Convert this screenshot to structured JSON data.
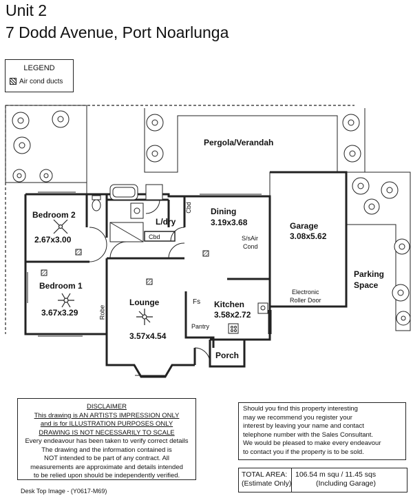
{
  "header": {
    "line1": "Unit 2",
    "line2": "7 Dodd Avenue, Port Noarlunga"
  },
  "legend": {
    "title": "LEGEND",
    "item": "Air cond ducts"
  },
  "rooms": {
    "pergola": "Pergola/Verandah",
    "bedroom2": {
      "name": "Bedroom 2",
      "size": "2.67x3.00"
    },
    "bedroom1": {
      "name": "Bedroom 1",
      "size": "3.67x3.29"
    },
    "ldry": "L/dry",
    "cbd1": "Cbd",
    "cbd2": "Cbd",
    "dining": {
      "name": "Dining",
      "size": "3.19x3.68"
    },
    "ssair_1": "S/sAir",
    "ssair_2": "Cond",
    "garage": {
      "name": "Garage",
      "size": "3.08x5.62"
    },
    "roller_1": "Electronic",
    "roller_2": "Roller Door",
    "parking_1": "Parking",
    "parking_2": "Space",
    "lounge": {
      "name": "Lounge",
      "size": "3.57x4.54"
    },
    "robe": "Robe",
    "fs": "Fs",
    "kitchen": {
      "name": "Kitchen",
      "size": "3.58x2.72"
    },
    "pantry": "Pantry",
    "porch": "Porch"
  },
  "disclaimer": {
    "title": "DISCLAIMER",
    "l1": "This drawing is AN ARTISTS IMPRESSION ONLY",
    "l2": "and is for ILLUSTRATION PURPOSES ONLY",
    "l3": "DRAWING IS NOT NECESSARILY TO SCALE",
    "l4": "Every endeavour has been taken to verify correct details",
    "l5": "The drawing and the information contained is",
    "l6": "NOT intended to be part of any contract. All",
    "l7": "measurements are approximate and details intended",
    "l8": "to be relied upon should be independently verified."
  },
  "contact": {
    "l1": "Should you find this property interesting",
    "l2": "may we recommend you register your",
    "l3": "interest by leaving your name and contact",
    "l4": "telephone number with the Sales Consultant.",
    "l5": "We would be pleased to make every endeavour",
    "l6": "to contact you if the property is to be sold."
  },
  "area": {
    "label1": "TOTAL AREA:",
    "label2": "(Estimate Only)",
    "value1": "106.54 m squ /  11.45 sqs",
    "value2": "(Including Garage)"
  },
  "footer": "Desk Top Image -  (Y0617-M69)"
}
